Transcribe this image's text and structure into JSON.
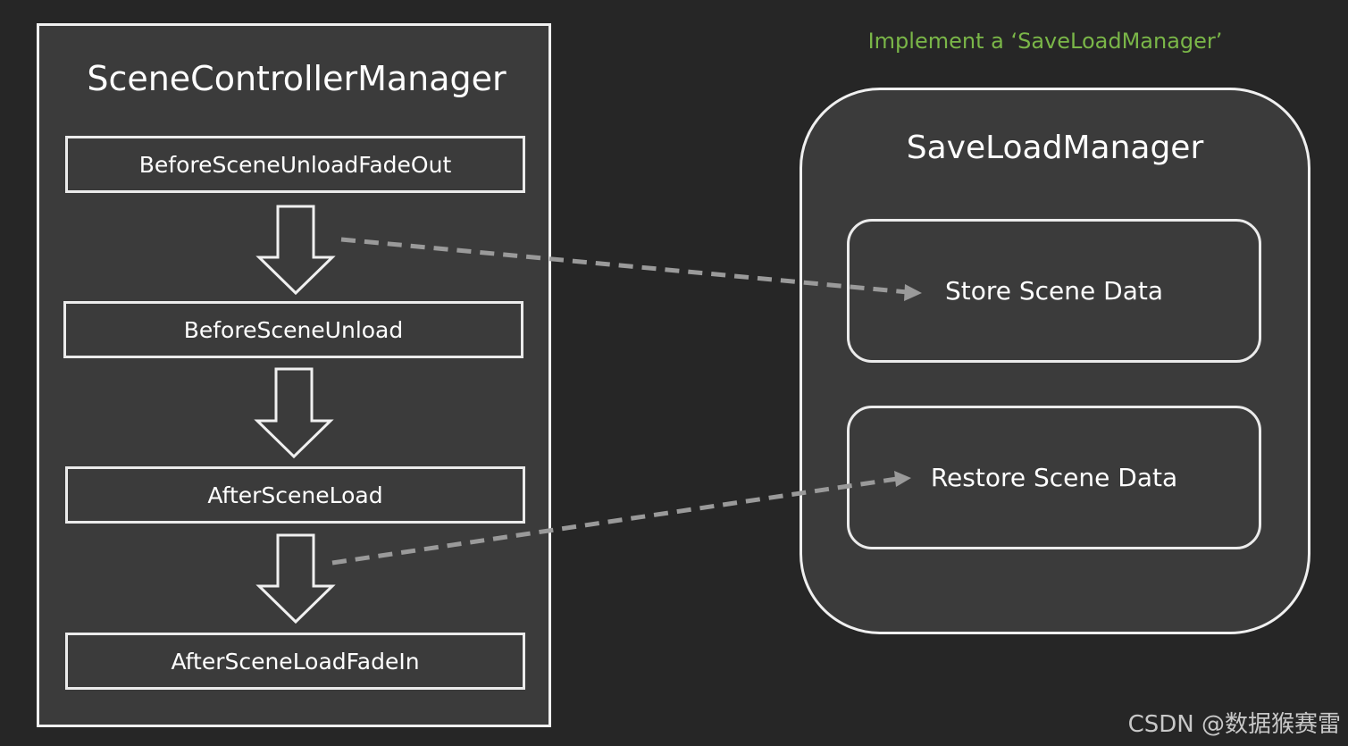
{
  "annotation": "Implement a ‘SaveLoadManager’",
  "scene_controller": {
    "title": "SceneControllerManager",
    "steps": [
      "BeforeSceneUnloadFadeOut",
      "BeforeSceneUnload",
      "AfterSceneLoad",
      "AfterSceneLoadFadeIn"
    ]
  },
  "save_load_manager": {
    "title": "SaveLoadManager",
    "actions": [
      "Store Scene Data",
      "Restore Scene Data"
    ]
  },
  "watermark": "CSDN @数据猴赛雷",
  "colors": {
    "background": "#262626",
    "panel": "#3b3b3b",
    "border": "#f0f0f0",
    "annotation": "#7ab648",
    "dashed_line": "#9a9a9a"
  }
}
